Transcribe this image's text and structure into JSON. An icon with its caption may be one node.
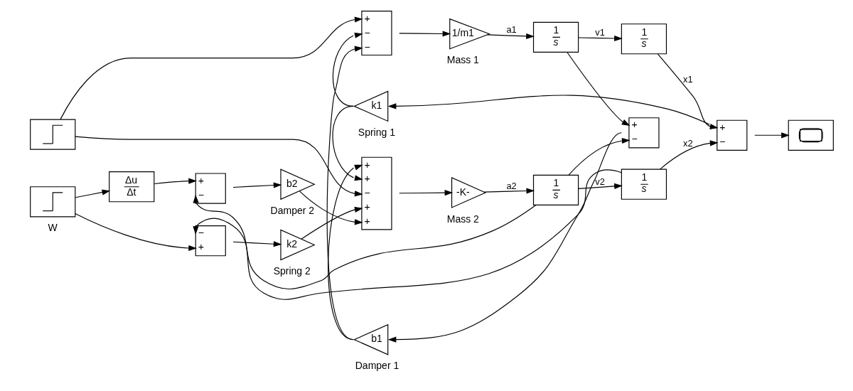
{
  "diagram": {
    "nodes": [
      {
        "text": [
          "k1"
        ],
        "beside": [
          "Spring 1"
        ]
      },
      {
        "text": [],
        "shape": "box"
      },
      {
        "text": [
          "+",
          "−",
          "−"
        ]
      },
      {
        "text": [
          "1/m1"
        ],
        "beside": [
          "Mass 1"
        ]
      },
      {
        "text": [
          "1",
          "s"
        ]
      },
      {
        "text": [
          "1",
          "s"
        ]
      },
      {
        "text": [
          "+",
          "−"
        ]
      },
      {
        "text": [],
        "shape": "box"
      },
      {
        "text": [
          "b1"
        ],
        "beside": [
          "Damper 1"
        ]
      },
      {
        "text": [
          "+",
          "−"
        ]
      },
      {
        "text": [
          "−",
          "+"
        ]
      },
      {
        "text": [
          "k2"
        ],
        "beside": [
          "Spring 2"
        ]
      },
      {
        "text": [
          "+",
          "+",
          "−",
          "+",
          "+"
        ]
      },
      {
        "text": [
          "-K-"
        ],
        "beside": [
          "Mass 2"
        ]
      },
      {
        "text": [
          "1",
          "s"
        ]
      },
      {
        "text": [
          "1",
          "s"
        ]
      },
      {
        "text": [],
        "shape": "box",
        "beside": [
          "W"
        ]
      },
      {
        "text": [
          "Δu",
          "Δt"
        ]
      },
      {
        "text": [
          "+",
          "−"
        ]
      },
      {
        "text": [
          "b2"
        ],
        "beside": [
          "Damper 2"
        ]
      }
    ],
    "edges": [
      {
        "from": 1,
        "to": 2,
        "arrow": "to"
      },
      {
        "from": 1,
        "to": 12,
        "arrow": "to"
      },
      {
        "from": 0,
        "to": 2,
        "arrow": "to"
      },
      {
        "from": 0,
        "to": 12,
        "arrow": "to"
      },
      {
        "from": 2,
        "to": 3,
        "arrow": "to"
      },
      {
        "from": 3,
        "to": 4,
        "arrow": "to",
        "label": "a1"
      },
      {
        "from": 4,
        "to": 5,
        "arrow": "to",
        "label": "v1"
      },
      {
        "from": 4,
        "to": 9,
        "arrow": "to"
      },
      {
        "from": 5,
        "to": 6,
        "arrow": "to",
        "label": "x1"
      },
      {
        "from": 6,
        "to": 7,
        "arrow": "to"
      },
      {
        "from": 6,
        "to": 0,
        "arrow": "to"
      },
      {
        "from": 9,
        "to": 8,
        "arrow": "to"
      },
      {
        "from": 8,
        "to": 2,
        "arrow": "to"
      },
      {
        "from": 8,
        "to": 12,
        "arrow": "to"
      },
      {
        "from": 10,
        "to": 11,
        "arrow": "to"
      },
      {
        "from": 11,
        "to": 12,
        "arrow": "to"
      },
      {
        "from": 12,
        "to": 13,
        "arrow": "to"
      },
      {
        "from": 13,
        "to": 14,
        "arrow": "to",
        "label": "a2"
      },
      {
        "from": 14,
        "to": 15,
        "arrow": "to",
        "label": "v2"
      },
      {
        "from": 14,
        "to": 9,
        "arrow": "to"
      },
      {
        "from": 14,
        "to": 18,
        "arrow": "to"
      },
      {
        "from": 15,
        "to": 6,
        "arrow": "to",
        "label": "x2"
      },
      {
        "from": 15,
        "to": 10,
        "arrow": "to"
      },
      {
        "from": 16,
        "to": 10,
        "arrow": "to"
      },
      {
        "from": 16,
        "to": 17,
        "arrow": "to"
      },
      {
        "from": 17,
        "to": 18,
        "arrow": "to"
      },
      {
        "from": 18,
        "to": 19,
        "arrow": "to"
      },
      {
        "from": 19,
        "to": 12,
        "arrow": "to"
      }
    ]
  }
}
